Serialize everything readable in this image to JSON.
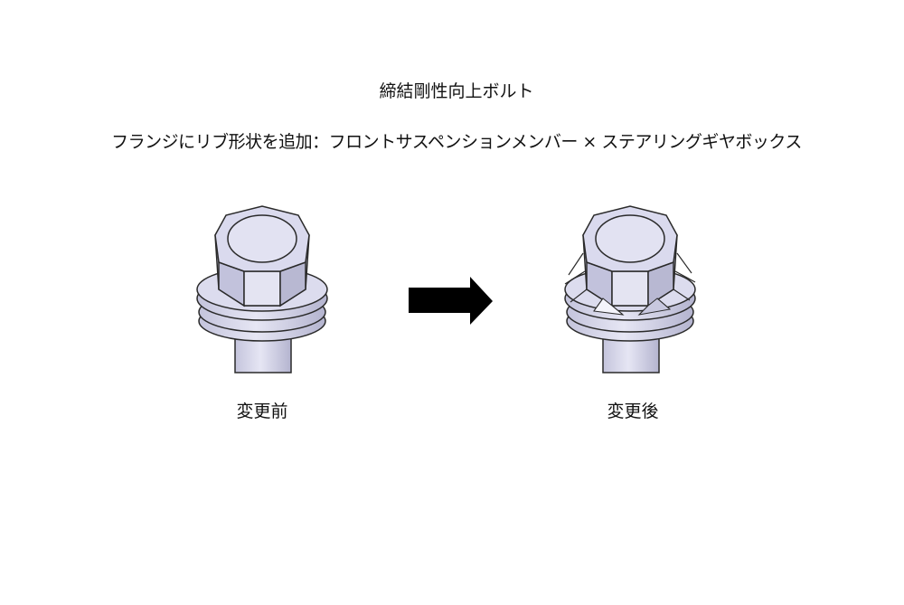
{
  "title": "締結剛性向上ボルト",
  "subtitle": "フランジにリブ形状を追加：フロントサスペンションメンバー × ステアリングギヤボックス",
  "before_label": "変更前",
  "after_label": "変更後",
  "colors": {
    "bolt": "#d9d9ec",
    "bolt_shade": "#b9b9d3",
    "outline": "#2a2a2a",
    "arrow": "#000000"
  }
}
